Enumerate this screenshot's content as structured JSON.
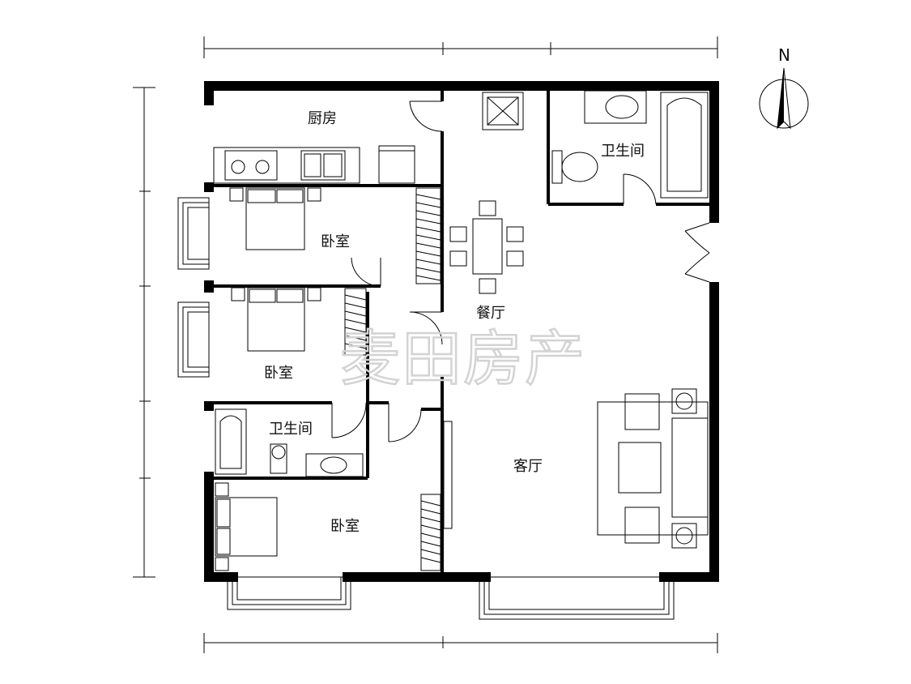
{
  "floor_plan": {
    "rooms": {
      "kitchen": "厨房",
      "bedroom_1": "卧室",
      "bedroom_2": "卧室",
      "bedroom_3": "卧室",
      "bathroom_main": "卫生间",
      "bathroom_2": "卫生间",
      "dining": "餐厅",
      "living": "客厅"
    },
    "watermark": "麦田房产",
    "north_label": "N"
  }
}
